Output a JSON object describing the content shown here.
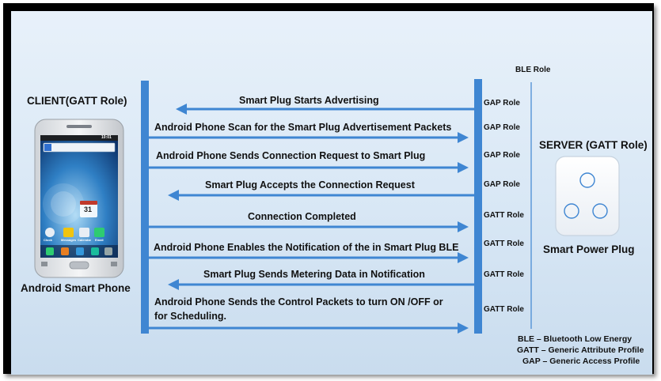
{
  "client": {
    "role_label": "CLIENT(GATT Role)",
    "device_label": "Android Smart Phone"
  },
  "server": {
    "role_label": "SERVER (GATT Role)",
    "device_label": "Smart Power Plug"
  },
  "ble_role_heading": "BLE Role",
  "phone_screen": {
    "status_time": "10:01",
    "calendar_day": "31",
    "app_labels": [
      "Clock",
      "Messages",
      "Calendar",
      "Email"
    ]
  },
  "messages": [
    {
      "id": "advertising",
      "text": "Smart Plug Starts Advertising",
      "direction": "to-client",
      "role": "GAP Role"
    },
    {
      "id": "scan",
      "text": "Android Phone Scan for the Smart Plug Advertisement Packets",
      "direction": "to-server",
      "role": "GAP Role"
    },
    {
      "id": "connection-request",
      "text": "Android Phone Sends Connection Request to Smart Plug",
      "direction": "to-server",
      "role": "GAP Role"
    },
    {
      "id": "accepts",
      "text": "Smart Plug Accepts the Connection Request",
      "direction": "to-client",
      "role": "GAP Role"
    },
    {
      "id": "completed",
      "text": "Connection Completed",
      "direction": "to-server",
      "role": "GATT Role"
    },
    {
      "id": "enable-notification",
      "text": "Android Phone Enables the Notification of the in Smart Plug BLE",
      "direction": "to-server",
      "role": "GATT Role"
    },
    {
      "id": "metering",
      "text": "Smart Plug Sends Metering Data in Notification",
      "direction": "to-client",
      "role": "GATT Role"
    },
    {
      "id": "control",
      "text": "Android Phone Sends the Control Packets to turn ON /OFF or",
      "text_line2": "for Scheduling.",
      "direction": "to-server",
      "role": "GATT Role"
    }
  ],
  "legend": [
    "BLE – Bluetooth Low Energy",
    "GATT – Generic Attribute Profile",
    "GAP – Generic Access Profile"
  ],
  "colors": {
    "arrow": "#3f86d2",
    "lifeline": "#3f86d2",
    "text": "#111111"
  }
}
